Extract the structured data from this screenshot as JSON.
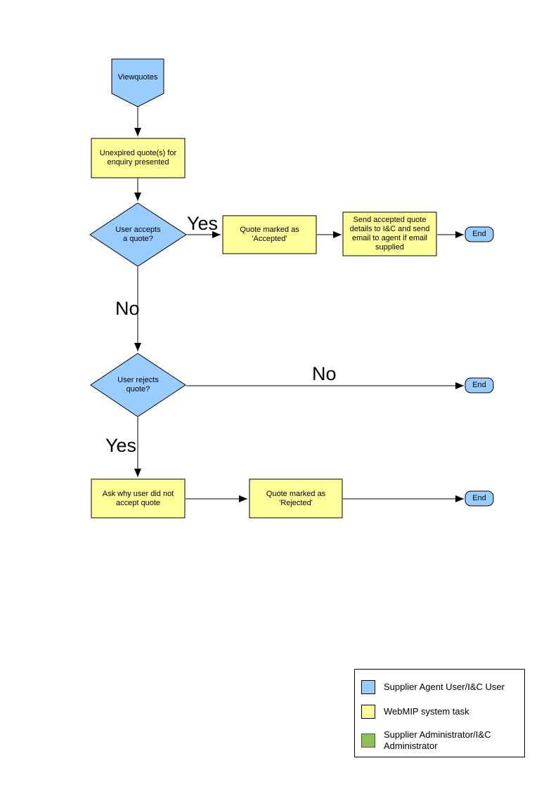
{
  "colors": {
    "user_fill": "#99CCFF",
    "system_fill": "#FFFF99",
    "admin_fill": "#8FBE5A",
    "outline": "#000000"
  },
  "nodes": {
    "start": {
      "label": "Viewquotes"
    },
    "present": {
      "label": "Unexpired quote(s) for\nenquiry presented"
    },
    "accept_decision": {
      "label": "User accepts\na quote?"
    },
    "mark_accepted": {
      "label": "Quote  marked as\n'Accepted'"
    },
    "send_details": {
      "label": "Send accepted quote\ndetails to I&C and send\nemail to agent if email\nsupplied"
    },
    "end1": {
      "label": "End"
    },
    "reject_decision": {
      "label": "User rejects\nquote?"
    },
    "end2": {
      "label": "End"
    },
    "ask_why": {
      "label": "Ask why user did not\naccept quote"
    },
    "mark_rejected": {
      "label": "Quote  marked as\n'Rejected'"
    },
    "end3": {
      "label": "End"
    }
  },
  "edge_labels": {
    "accept_yes": "Yes",
    "accept_no": "No",
    "reject_no": "No",
    "reject_yes": "Yes"
  },
  "legend": {
    "items": [
      {
        "swatch": "#99CCFF",
        "label": "Supplier Agent User/I&C User"
      },
      {
        "swatch": "#FFFF99",
        "label": "WebMIP system task"
      },
      {
        "swatch": "#8FBE5A",
        "label": "Supplier Administrator/I&C\nAdministrator"
      }
    ]
  }
}
